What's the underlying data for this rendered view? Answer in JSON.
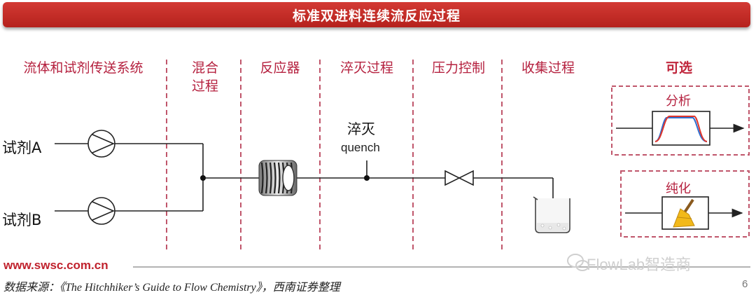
{
  "title": "标准双进料连续流反应过程",
  "stages": [
    "流体和试剂传送系统",
    "混合\n过程",
    "反应器",
    "淬灭过程",
    "压力控制",
    "收集过程"
  ],
  "optional_label": "可选",
  "reagents": [
    "试剂A",
    "试剂B"
  ],
  "quench": {
    "cn": "淬灭",
    "en": "quench"
  },
  "optional_boxes": [
    "分析",
    "纯化"
  ],
  "footer": {
    "website": "www.swsc.com.cn",
    "source": "数据来源：《The Hitchhiker’s Guide to Flow Chemistry》，西南证券整理",
    "watermark": "FlowLab智造商",
    "page": "6"
  },
  "colors": {
    "accent": "#b5211c",
    "stage_text": "#b5213f",
    "divider": "#c0566b",
    "curve_red": "#e0352b",
    "curve_blue": "#2f6fd0"
  },
  "icons": [
    "pump-icon",
    "coil-reactor-icon",
    "valve-icon",
    "beaker-icon",
    "broom-icon",
    "wechat-icon"
  ]
}
